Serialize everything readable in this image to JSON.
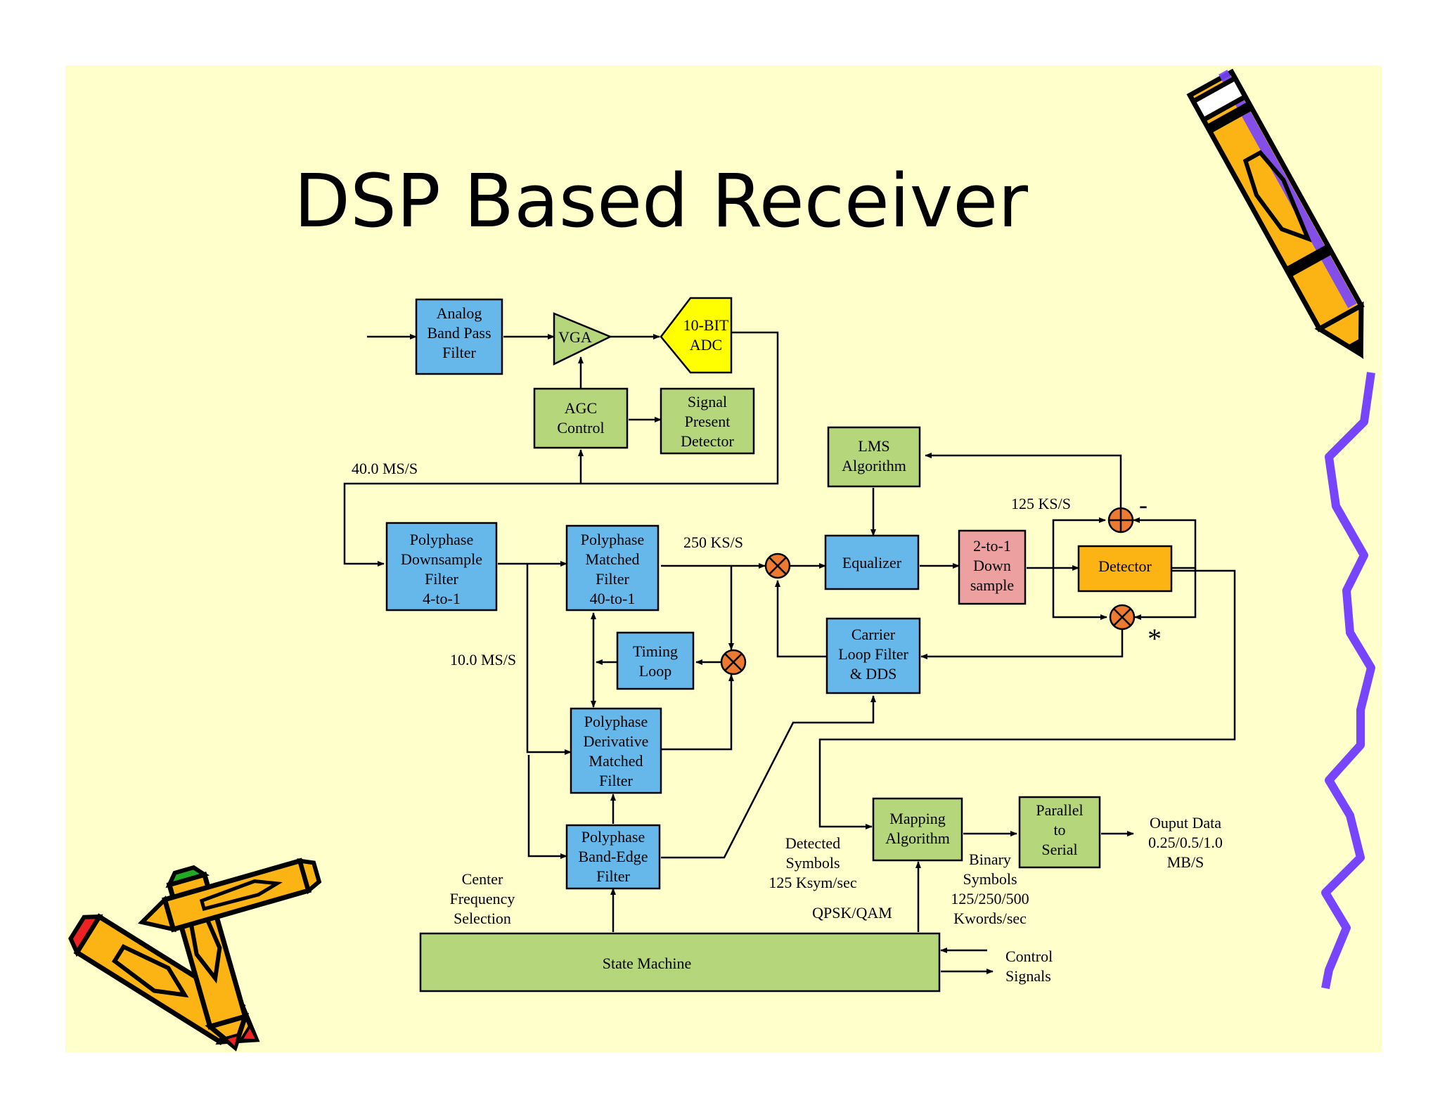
{
  "slide": {
    "title": "DSP Based Receiver",
    "background": "#ffffcc",
    "colors": {
      "blue_block": "#66b8ea",
      "green_block": "#b5d67a",
      "yellow_adc": "#ffff00",
      "pink_block": "#eda0a0",
      "orange_block": "#fbb414",
      "mixer": "#ec7a30",
      "squiggle": "#7744ff"
    }
  },
  "blocks": {
    "bpf": "Analog\nBand Pass\nFilter",
    "vga": "VGA",
    "adc": "10-BIT\nADC",
    "agc": "AGC\nControl",
    "spd": "Signal\nPresent\nDetector",
    "lms": "LMS\nAlgorithm",
    "pds": "Polyphase\nDownsample\nFilter\n4-to-1",
    "pmf": "Polyphase\nMatched\nFilter\n40-to-1",
    "eq": "Equalizer",
    "dwn": "2-to-1\nDown\nsample",
    "det": "Detector",
    "tl": "Timing\nLoop",
    "clf": "Carrier\nLoop Filter\n& DDS",
    "pdmf": "Polyphase\nDerivative\nMatched\nFilter",
    "pbe": "Polyphase\nBand-Edge\nFilter",
    "map": "Mapping\nAlgorithm",
    "p2s": "Parallel\nto\nSerial",
    "sm": "State Machine"
  },
  "labels": {
    "rate_40": "40.0 MS/S",
    "rate_10": "10.0 MS/S",
    "rate_250": "250 KS/S",
    "rate_125": "125 KS/S",
    "minus": "-",
    "star": "*",
    "center_freq": "Center\nFrequency\nSelection",
    "detected": "Detected\nSymbols\n125 Ksym/sec",
    "qpsk": "QPSK/QAM",
    "binary": "Binary\nSymbols\n125/250/500\nKwords/sec",
    "output": "Ouput Data\n0.25/0.5/1.0\nMB/S",
    "control": "Control\nSignals"
  }
}
